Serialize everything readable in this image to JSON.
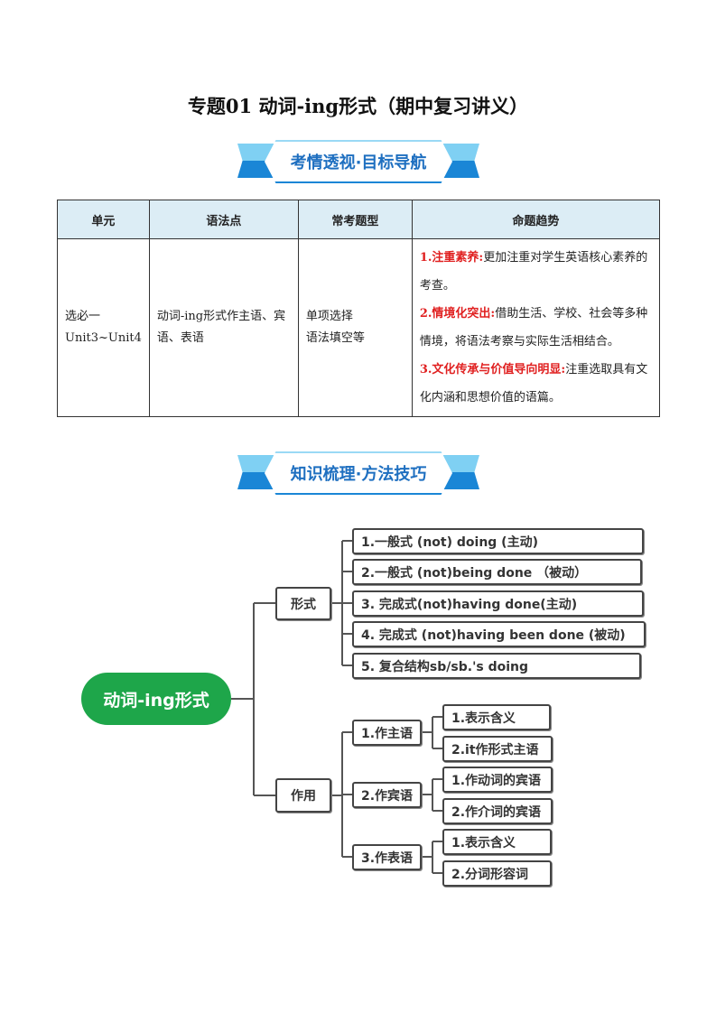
{
  "title": "专题01  动词-ing形式（期中复习讲义）",
  "banner1": "考情透视·目标导航",
  "banner2": "知识梳理·方法技巧",
  "table": {
    "headers": [
      "单元",
      "语法点",
      "常考题型",
      "命题趋势"
    ],
    "unit": [
      "选必一",
      "Unit3~Unit4"
    ],
    "grammar": "动词-ing形式作主语、宾语、表语",
    "types": [
      "单项选择",
      "语法填空等"
    ],
    "trends": [
      {
        "label": "1.注重素养:",
        "text": "更加注重对学生英语核心素养的考查。"
      },
      {
        "label": "2.情境化突出:",
        "text": "借助生活、学校、社会等多种情境，将语法考察与实际生活相结合。"
      },
      {
        "label": "3.文化传承与价值导向明显:",
        "text": "注重选取具有文化内涵和思想价值的语篇。"
      }
    ]
  },
  "mindmap": {
    "root": "动词-ing形式",
    "form": {
      "label": "形式",
      "items": [
        "1.一般式 (not) doing   (主动)",
        "2.一般式 (not)being done （被动）",
        "3. 完成式(not)having done(主动)",
        "4. 完成式 (not)having been done (被动)",
        "5. 复合结构sb/sb.'s doing"
      ]
    },
    "use": {
      "label": "作用",
      "groups": [
        {
          "label": "1.作主语",
          "items": [
            "1.表示含义",
            "2.it作形式主语"
          ]
        },
        {
          "label": "2.作宾语",
          "items": [
            "1.作动词的宾语",
            "2.作介词的宾语"
          ]
        },
        {
          "label": "3.作表语",
          "items": [
            "1.表示含义",
            "2.分词形容词"
          ]
        }
      ]
    }
  }
}
